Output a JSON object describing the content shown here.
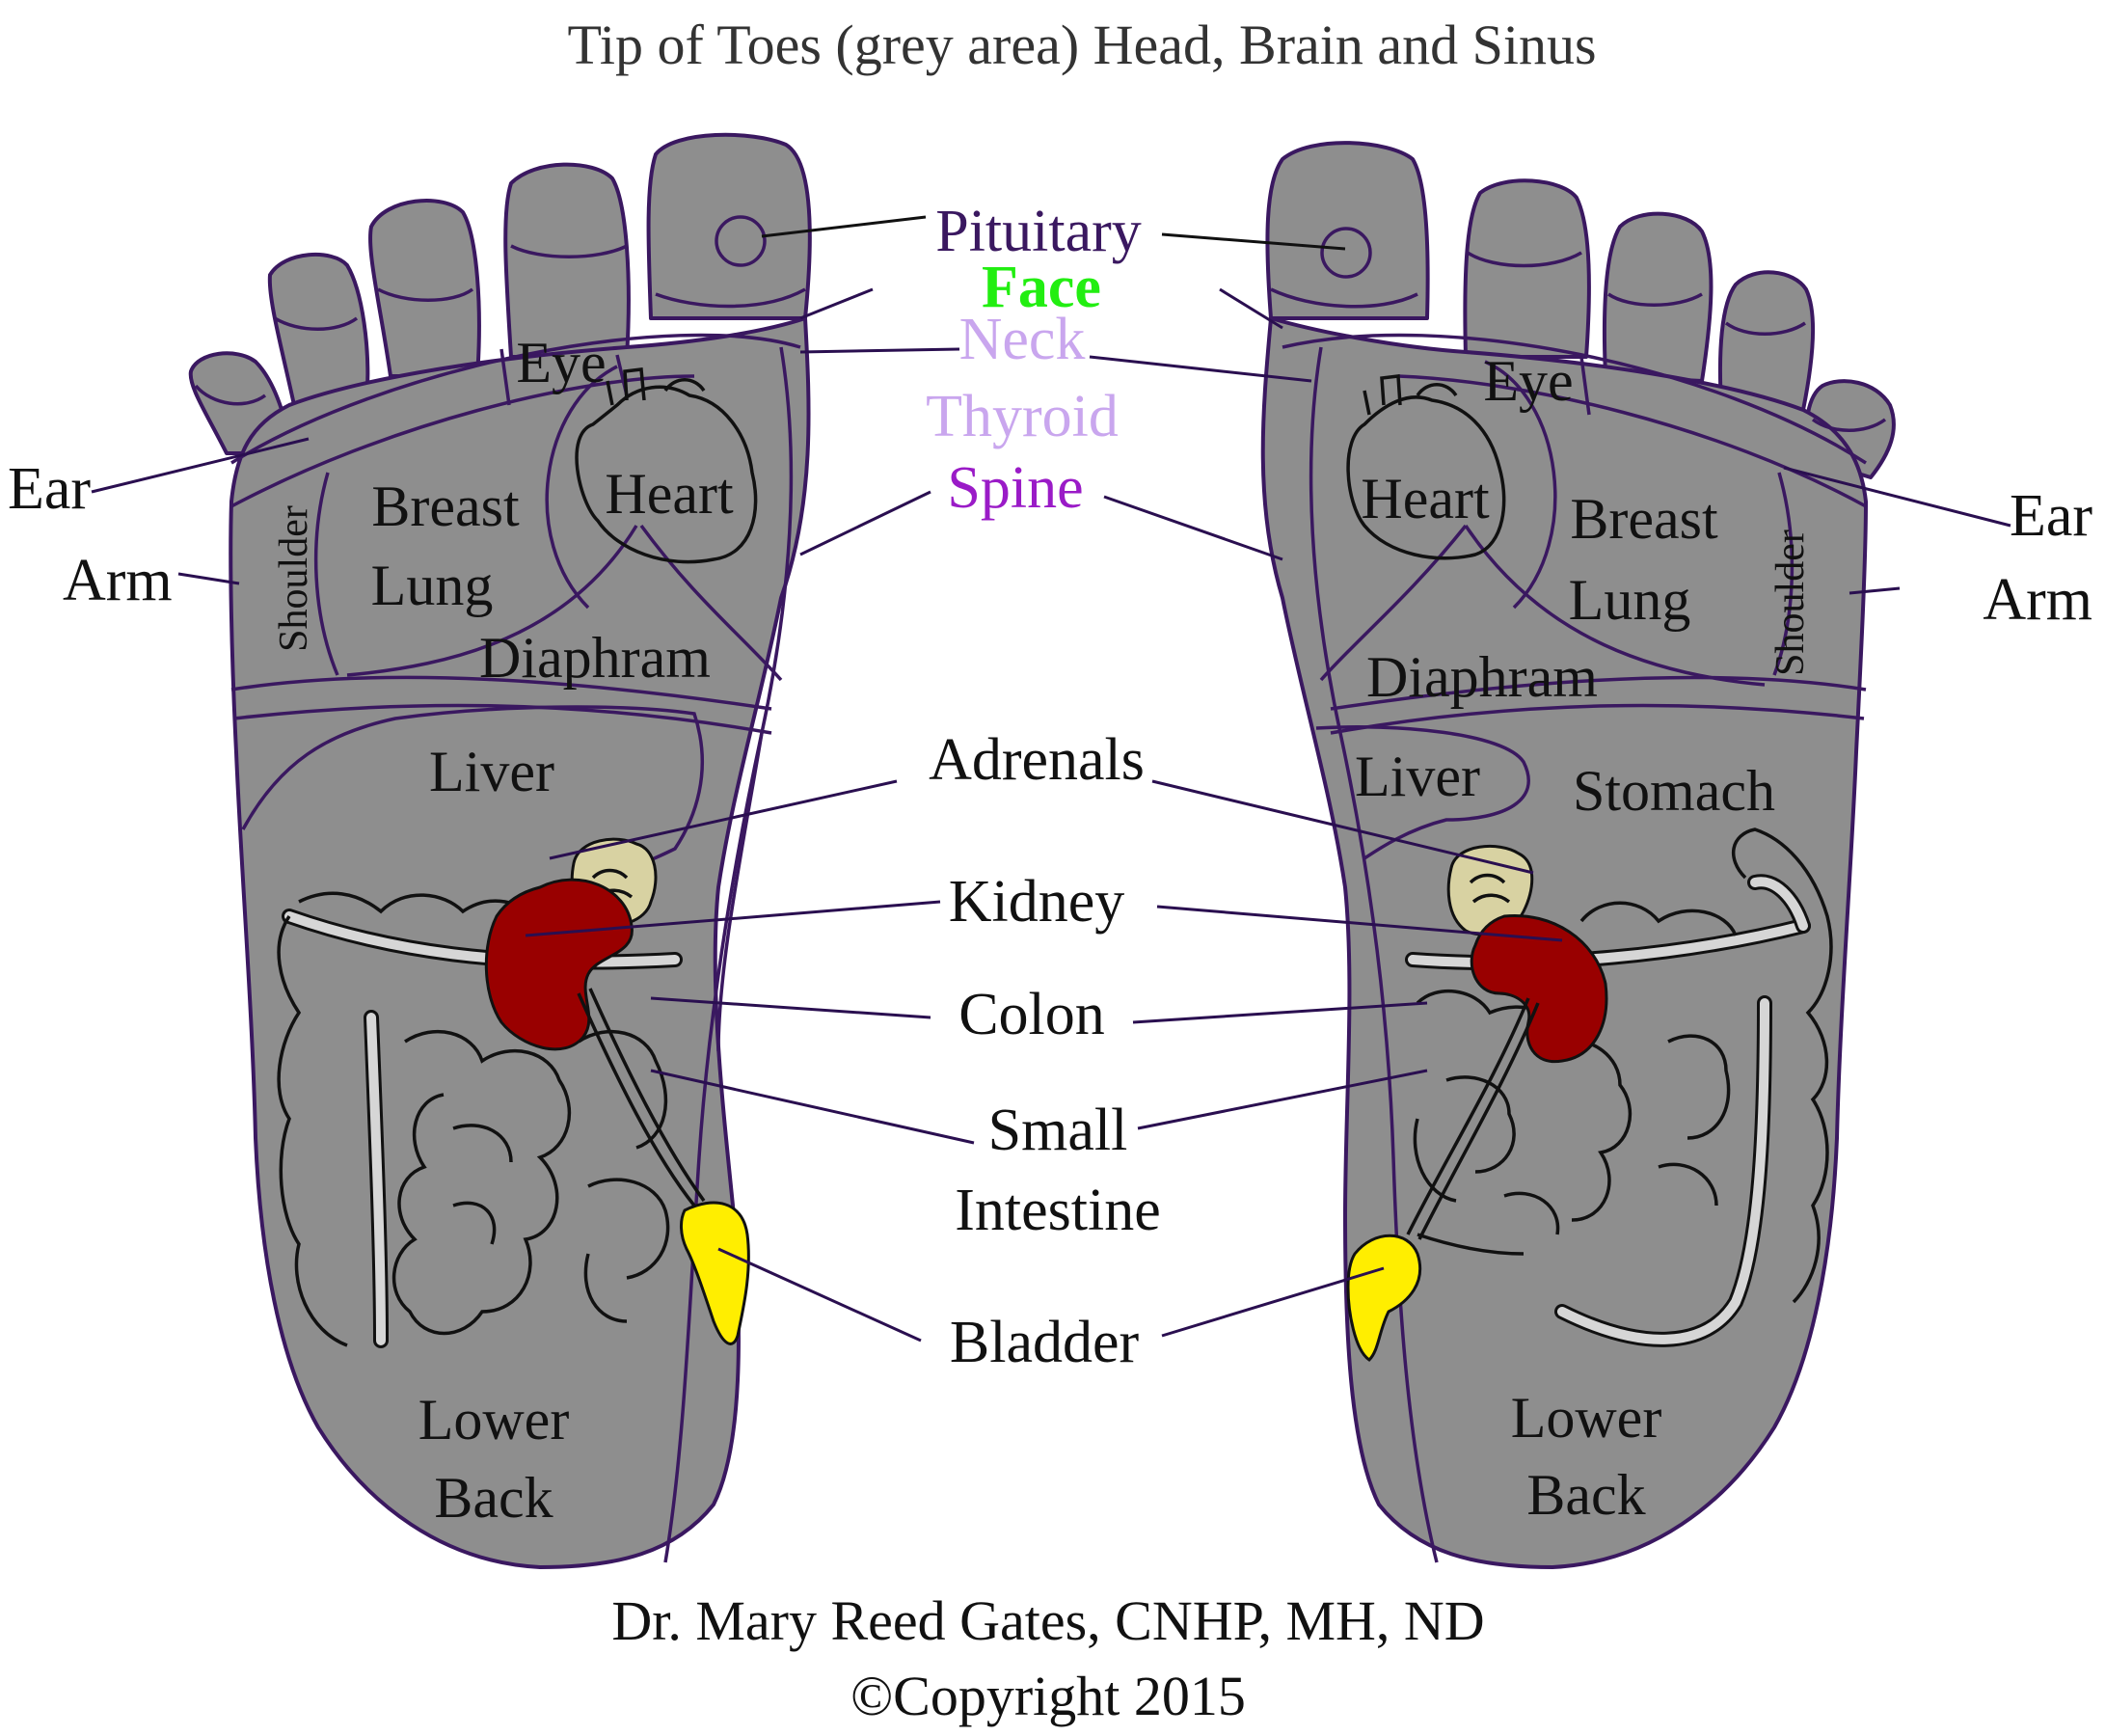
{
  "title": "Tip of Toes (grey area) Head, Brain and Sinus",
  "colors": {
    "foot_fill": "#8e8e8e",
    "outline": "#3a1860",
    "face": "#22ee11",
    "neck": "#c9a6ee",
    "thyroid": "#c9a6ee",
    "spine": "#9a1bc7",
    "pituitary": "#3a1860",
    "kidney": "#990000",
    "adrenal": "#d8d2a2",
    "bladder": "#ffee00"
  },
  "center_labels": {
    "pituitary": "Pituitary",
    "face": "Face",
    "neck": "Neck",
    "thyroid": "Thyroid",
    "spine": "Spine",
    "adrenals": "Adrenals",
    "kidney": "Kidney",
    "colon": "Colon",
    "small": "Small",
    "intestine": "Intestine",
    "bladder": "Bladder"
  },
  "left_foot": {
    "ear": "Ear",
    "arm": "Arm",
    "shoulder": "Shoulder",
    "eye": "Eye",
    "breast": "Breast",
    "lung": "Lung",
    "heart": "Heart",
    "diaphram": "Diaphram",
    "liver": "Liver",
    "lower": "Lower",
    "back": "Back"
  },
  "right_foot": {
    "ear": "Ear",
    "arm": "Arm",
    "shoulder": "Shoulder",
    "eye": "Eye",
    "heart": "Heart",
    "breast": "Breast",
    "lung": "Lung",
    "diaphram": "Diaphram",
    "liver": "Liver",
    "stomach": "Stomach",
    "lower": "Lower",
    "back": "Back"
  },
  "credit": {
    "author": "Dr. Mary Reed Gates, CNHP, MH, ND",
    "copyright": "©Copyright 2015"
  }
}
